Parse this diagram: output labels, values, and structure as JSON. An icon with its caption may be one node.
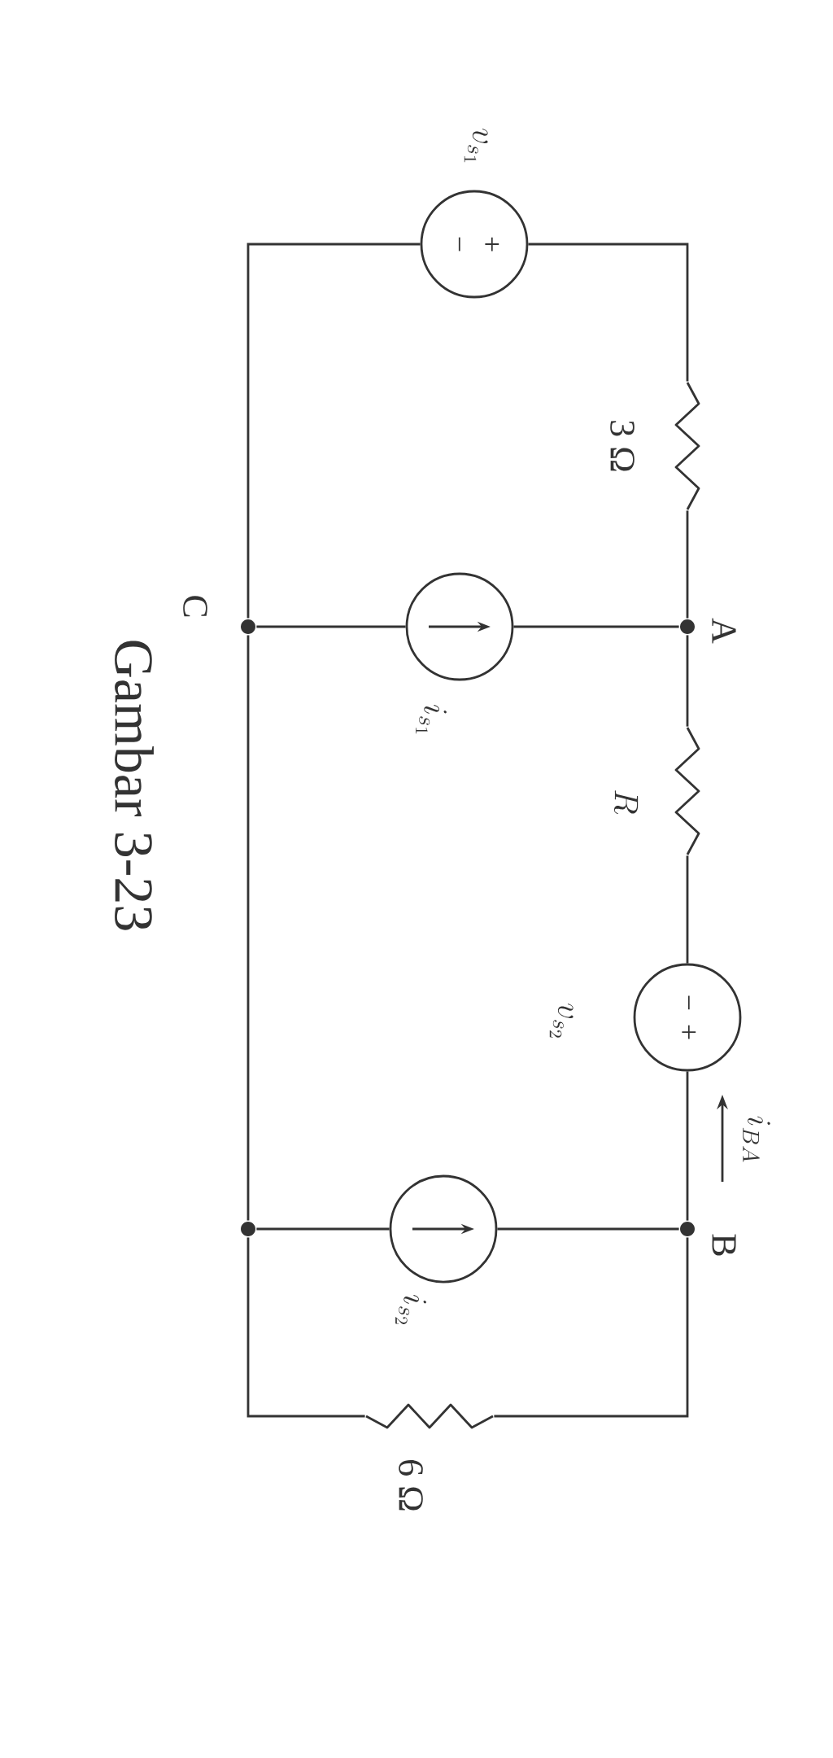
{
  "diagram": {
    "caption": "Gambar 3-23",
    "nodes": [
      {
        "text": [
          "+",
          "−"
        ],
        "beside": [
          "v_{s_1}"
        ]
      },
      {
        "text": [],
        "shape": "resistor",
        "beside": [
          "3 Ω"
        ]
      },
      {
        "text": [],
        "shape": "dot",
        "beside": [
          "A"
        ]
      },
      {
        "text": [],
        "shape": "circle",
        "beside": [
          "i_{s_1}"
        ]
      },
      {
        "text": [],
        "shape": "dot",
        "beside": [
          "C"
        ]
      },
      {
        "text": [],
        "shape": "resistor",
        "beside": [
          "R"
        ]
      },
      {
        "text": [
          "−",
          "+"
        ],
        "beside": [
          "v_{s_2}"
        ]
      },
      {
        "text": [],
        "shape": "dot",
        "beside": [
          "B"
        ]
      },
      {
        "text": [],
        "shape": "circle",
        "beside": [
          "i_{s_2}"
        ]
      },
      {
        "text": [],
        "shape": "dot"
      },
      {
        "text": [],
        "shape": "resistor",
        "beside": [
          "6 Ω"
        ]
      }
    ],
    "edges": [
      {
        "from": 0,
        "to": 1,
        "arrow": "none"
      },
      {
        "from": 1,
        "to": 2,
        "arrow": "none"
      },
      {
        "from": 2,
        "to": 3,
        "arrow": "none"
      },
      {
        "from": 3,
        "to": 4,
        "arrow": "none"
      },
      {
        "from": 2,
        "to": 5,
        "arrow": "none"
      },
      {
        "from": 5,
        "to": 6,
        "arrow": "none"
      },
      {
        "from": 6,
        "to": 7,
        "arrow": "none"
      },
      {
        "from": 7,
        "to": 8,
        "arrow": "none"
      },
      {
        "from": 8,
        "to": 9,
        "arrow": "none"
      },
      {
        "from": 7,
        "to": 10,
        "arrow": "none"
      },
      {
        "from": 10,
        "to": 9,
        "arrow": "none"
      },
      {
        "from": 4,
        "to": 0,
        "arrow": "none"
      },
      {
        "from": 4,
        "to": 9,
        "arrow": "none"
      }
    ],
    "labels": [
      "i_{BA}"
    ]
  }
}
